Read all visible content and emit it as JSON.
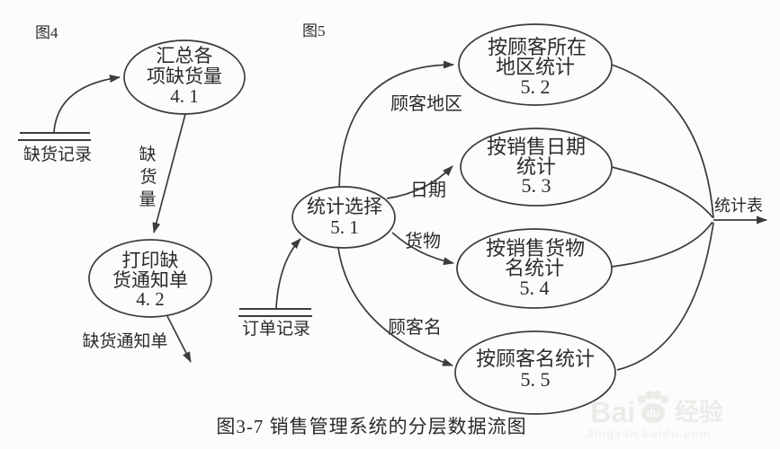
{
  "diagram": {
    "fig4_label": "图4",
    "fig5_label": "图5",
    "caption": "图3-7 销售管理系统的分层数据流图"
  },
  "processes": {
    "p41": {
      "l1": "汇总各",
      "l2": "项缺货量",
      "num": "4. 1"
    },
    "p42": {
      "l1": "打印缺",
      "l2": "货通知单",
      "num": "4. 2"
    },
    "p51": {
      "l1": "统计选择",
      "num": "5. 1"
    },
    "p52": {
      "l1": "按顾客所在",
      "l2": "地区统计",
      "num": "5. 2"
    },
    "p53": {
      "l1": "按销售日期",
      "l2": "统计",
      "num": "5. 3"
    },
    "p54": {
      "l1": "按销售货物",
      "l2": "名统计",
      "num": "5. 4"
    },
    "p55": {
      "l1": "按顾客名统计",
      "num": "5. 5"
    }
  },
  "data_stores": {
    "shortage_record": "缺货记录",
    "order_record": "订单记录"
  },
  "flow_labels": {
    "shortage_qty_chars": [
      "缺",
      "货",
      "量"
    ],
    "shortage_notice": "缺货通知单",
    "customer_region": "顾客地区",
    "date": "日期",
    "goods": "货物",
    "customer_name": "顾客名",
    "stats_table": "统计表"
  },
  "watermark": {
    "brand_latin": "Bai",
    "brand_du": "du",
    "brand_cn": "经验",
    "site": "Jingyan.baidu.com"
  },
  "colors": {
    "stroke": "#3c3c3c",
    "text": "#2b2b2b",
    "background": "#fcfcfc",
    "watermark": "#ecebe8",
    "watermark_light": "#f2f1ef"
  }
}
